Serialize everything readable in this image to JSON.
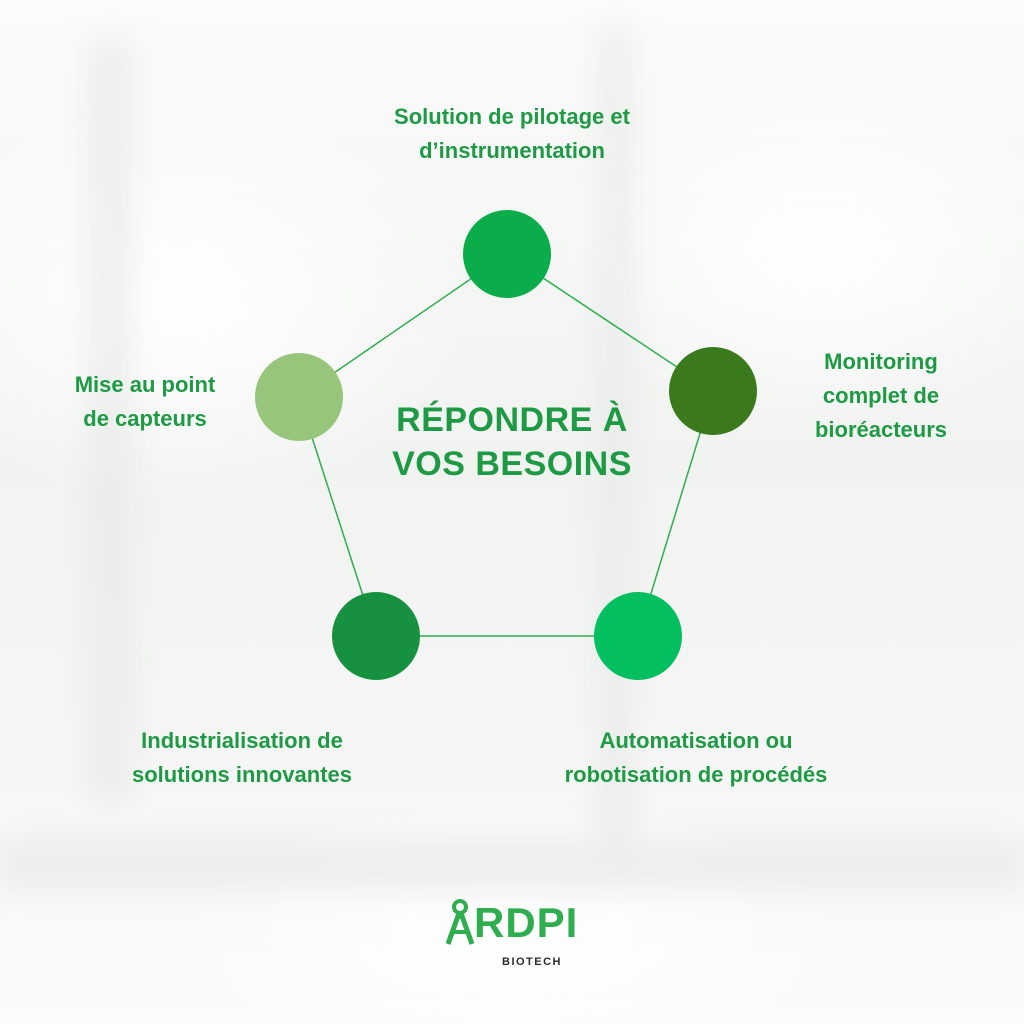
{
  "center": {
    "line1": "RÉPONDRE À",
    "line2": "VOS BESOINS"
  },
  "nodes": [
    {
      "id": "top",
      "color": "#0aad4a",
      "label_lines": [
        "Solution de pilotage et",
        "d’instrumentation"
      ]
    },
    {
      "id": "right",
      "color": "#3a7a1c",
      "label_lines": [
        "Monitoring",
        "complet de",
        "bioréacteurs"
      ]
    },
    {
      "id": "bottom-right",
      "color": "#03bf5f",
      "label_lines": [
        "Automatisation ou",
        "robotisation de procédés"
      ]
    },
    {
      "id": "bottom-left",
      "color": "#17903f",
      "label_lines": [
        "Industrialisation de",
        "solutions innovantes"
      ]
    },
    {
      "id": "left",
      "color": "#97c57b",
      "label_lines": [
        "Mise au point",
        "de capteurs"
      ]
    }
  ],
  "colors": {
    "text": "#1e9a45",
    "edge": "#2fae4f",
    "logo": "#2fae4f"
  },
  "logo": {
    "name": "RDPI",
    "subtitle": "BIOTECH"
  }
}
